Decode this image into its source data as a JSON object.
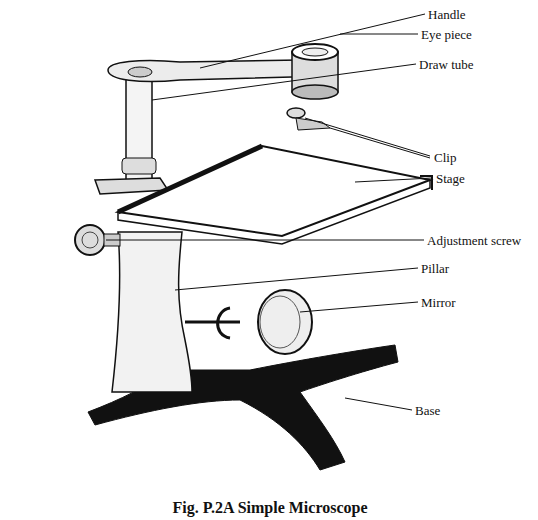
{
  "diagram": {
    "caption": "Fig. P.2A Simple Microscope",
    "labels": [
      "Handle",
      "Eye piece",
      "Draw tube",
      "Clip",
      "Stage",
      "Adjustment screw",
      "Pillar",
      "Mirror",
      "Base"
    ]
  }
}
